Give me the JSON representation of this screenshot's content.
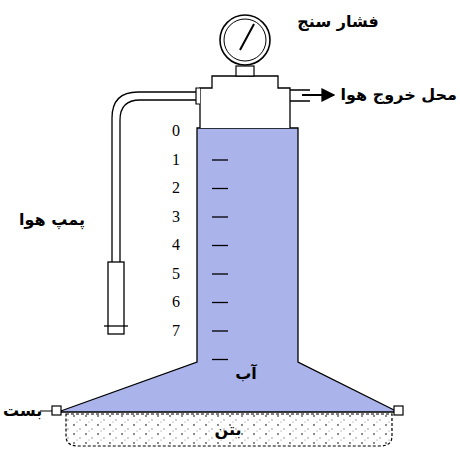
{
  "diagram": {
    "labels": [
      "فشار سنج",
      "محل خروج هوا",
      "پمپ هوا",
      "0",
      "1",
      "2",
      "3",
      "4",
      "5",
      "6",
      "7",
      "آب",
      "بست",
      "بتن"
    ]
  }
}
